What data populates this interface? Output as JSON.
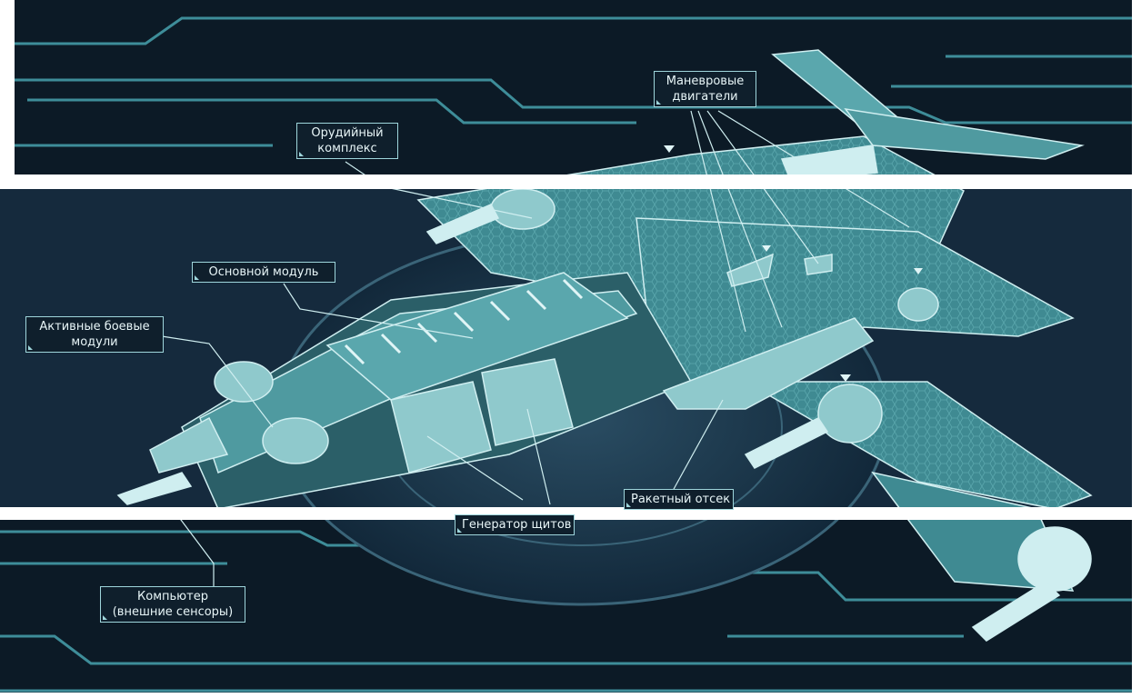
{
  "labels": {
    "maneuver_engines": [
      "Маневровые",
      "двигатели"
    ],
    "weapon_complex": [
      "Орудийный",
      "комплекс"
    ],
    "main_module": "Основной модуль",
    "active_combat_modules": [
      "Активные боевые",
      "модули"
    ],
    "missile_bay": "Ракетный отсек",
    "shield_generator": "Генератор щитов",
    "computer": [
      "Компьютер",
      "(внешние сенсоры)"
    ]
  },
  "colors": {
    "background": "#0c1a26",
    "circuit_lines": "#3e8d99",
    "hull_light": "#8fc9cc",
    "hull_mid": "#4f9aa0",
    "hull_dark": "#2b5f68",
    "label_border": "#9fd6dc",
    "panel_gap": "#ffffff"
  }
}
